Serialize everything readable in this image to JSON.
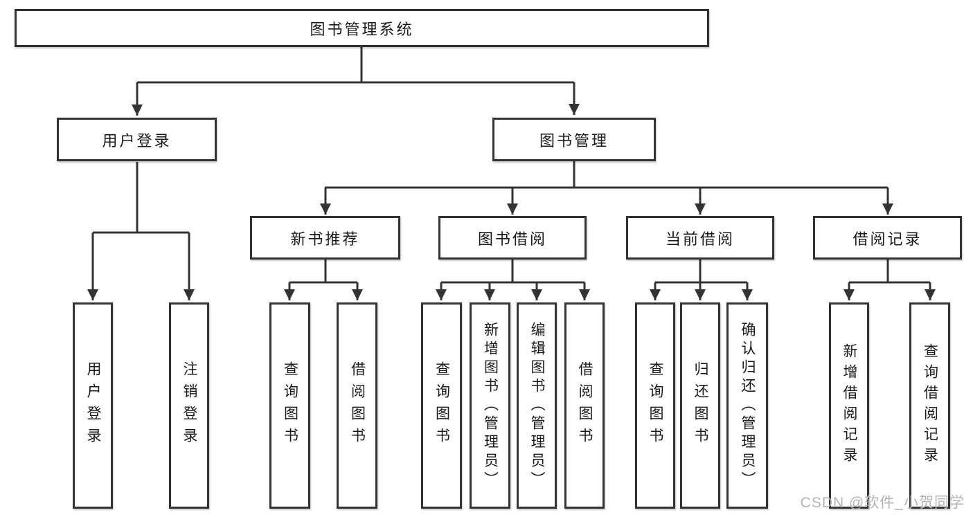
{
  "diagram": {
    "tree": {
      "root": {
        "label": "图书管理系统",
        "children": [
          {
            "label": "用户登录",
            "children": [
              {
                "label": "用户登录"
              },
              {
                "label": "注销登录"
              }
            ]
          },
          {
            "label": "图书管理",
            "children": [
              {
                "label": "新书推荐",
                "children": [
                  {
                    "label": "查询图书"
                  },
                  {
                    "label": "借阅图书"
                  }
                ]
              },
              {
                "label": "图书借阅",
                "children": [
                  {
                    "label": "查询图书"
                  },
                  {
                    "label": "新增图书（管理员）"
                  },
                  {
                    "label": "编辑图书（管理员）"
                  },
                  {
                    "label": "借阅图书"
                  }
                ]
              },
              {
                "label": "当前借阅",
                "children": [
                  {
                    "label": "查询图书"
                  },
                  {
                    "label": "归还图书"
                  },
                  {
                    "label": "确认归还（管理员）"
                  }
                ]
              },
              {
                "label": "借阅记录",
                "children": [
                  {
                    "label": "新增借阅记录"
                  },
                  {
                    "label": "查询借阅记录"
                  }
                ]
              }
            ]
          }
        ]
      }
    },
    "colors": {
      "line": "#333333",
      "box_border": "#333333",
      "text": "#1a1a1a",
      "background": "#ffffff",
      "watermark": "#b3b3b3"
    }
  },
  "watermark": {
    "text": "CSDN @软件_小贺同学"
  }
}
